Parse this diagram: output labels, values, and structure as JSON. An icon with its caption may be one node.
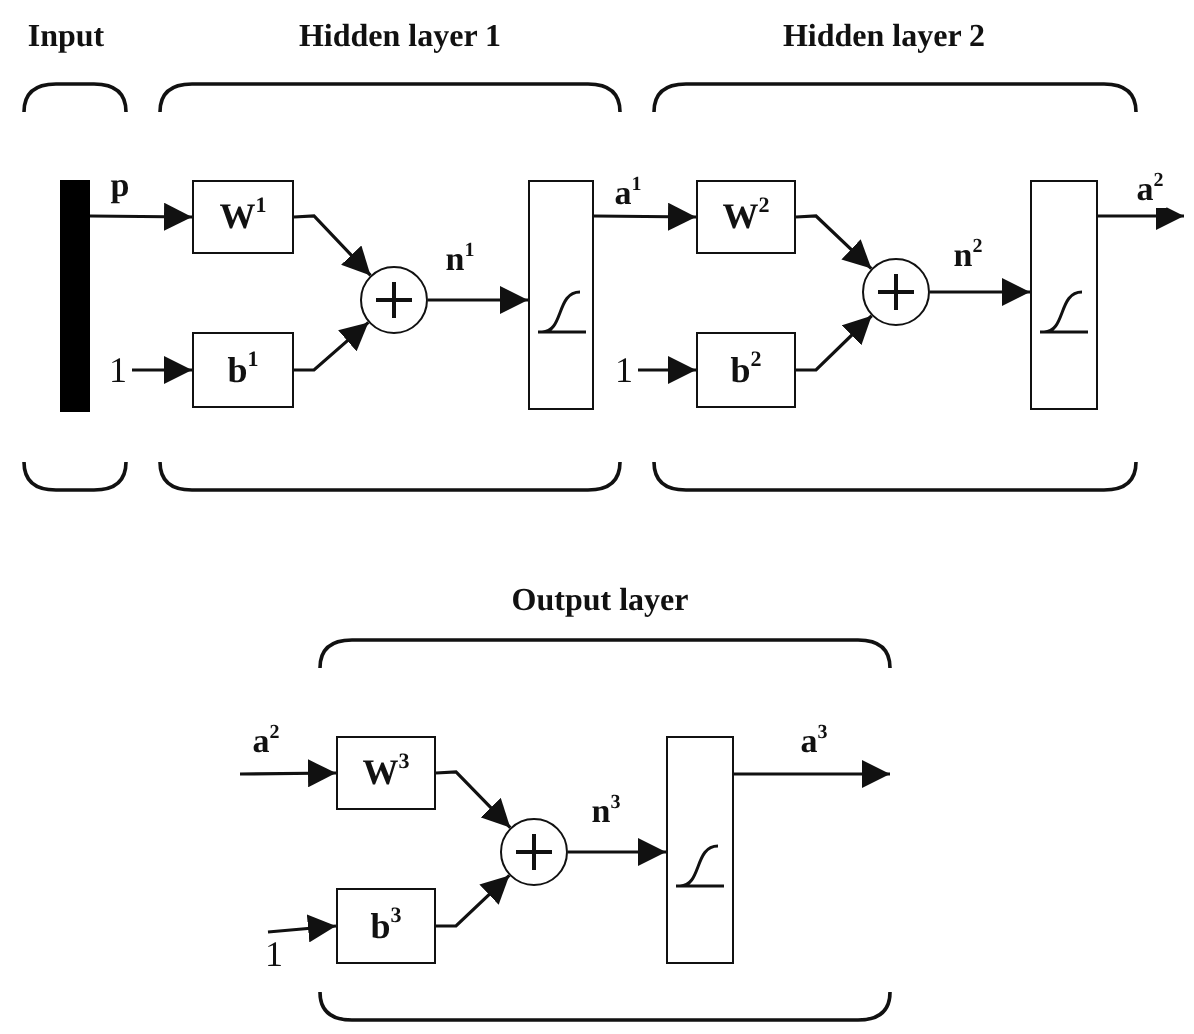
{
  "diagram": {
    "nodes": [
      {
        "text": [],
        "shape": "bar"
      },
      {
        "text": [
          "W$^{1}$"
        ]
      },
      {
        "text": [
          "b$^{1}$"
        ]
      },
      {
        "text": [
          "1"
        ]
      },
      {
        "text": [],
        "shape": "circle"
      },
      {
        "text": [],
        "shape": "box"
      },
      {
        "text": [
          "W$^{2}$"
        ]
      },
      {
        "text": [
          "1"
        ]
      },
      {
        "text": [
          "b$^{2}$"
        ]
      },
      {
        "text": [],
        "shape": "circle"
      },
      {
        "text": [],
        "shape": "box"
      },
      {
        "text": [
          "W$^{3}$"
        ]
      },
      {
        "text": [
          "1"
        ]
      },
      {
        "text": [
          "b$^{3}$"
        ]
      },
      {
        "text": [],
        "shape": "circle"
      },
      {
        "text": [],
        "shape": "box"
      }
    ],
    "edges": [
      {
        "from": 0,
        "to": 1,
        "arrow": "to",
        "label": "p"
      },
      {
        "from": 3,
        "to": 2,
        "arrow": "to"
      },
      {
        "from": 1,
        "to": 4,
        "arrow": "to"
      },
      {
        "from": 2,
        "to": 4,
        "arrow": "to"
      },
      {
        "from": 4,
        "to": 5,
        "arrow": "to",
        "label": "n$^{1}$"
      },
      {
        "from": 5,
        "to": 6,
        "arrow": "to",
        "label": "a$^{1}$"
      },
      {
        "from": 7,
        "to": 8,
        "arrow": "to"
      },
      {
        "from": 6,
        "to": 9,
        "arrow": "to"
      },
      {
        "from": 8,
        "to": 9,
        "arrow": "to"
      },
      {
        "from": 9,
        "to": 10,
        "arrow": "to",
        "label": "n$^{2}$"
      },
      {
        "from": 10,
        "to": null,
        "arrow": "to",
        "label": "a$^{2}$"
      },
      {
        "from": null,
        "to": 11,
        "arrow": "to",
        "label": "a$^{2}$"
      },
      {
        "from": 12,
        "to": 13,
        "arrow": "to"
      },
      {
        "from": 11,
        "to": 14,
        "arrow": "to"
      },
      {
        "from": 13,
        "to": 14,
        "arrow": "to"
      },
      {
        "from": 14,
        "to": 15,
        "arrow": "to",
        "label": "n$^{3}$"
      },
      {
        "from": 15,
        "to": null,
        "arrow": "to",
        "label": "a$^{3}$"
      }
    ],
    "labels": [
      "Input",
      "Hidden layer 1",
      "Hidden layer 2",
      "Output layer"
    ]
  }
}
